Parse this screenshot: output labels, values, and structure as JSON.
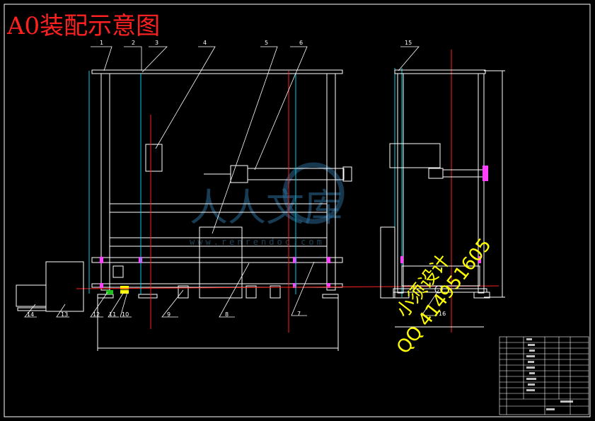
{
  "title": "A0装配示意图",
  "part_labels": [
    "1",
    "2",
    "3",
    "4",
    "5",
    "6",
    "7",
    "8",
    "9",
    "10",
    "11",
    "12",
    "13",
    "14",
    "15",
    "16"
  ],
  "watermark": {
    "chinese": "人人文库",
    "url": "www.renrendoc.com"
  },
  "stamp": {
    "line1": "小须设计",
    "line2": "QQ 414951605"
  },
  "colors": {
    "background": "#000000",
    "frame": "#ffffff",
    "leader": "#ffffff",
    "centerline": "#ff2020",
    "cyan": "#00d0e0",
    "magenta": "#ff40ff",
    "stamp": "#ffff00"
  }
}
